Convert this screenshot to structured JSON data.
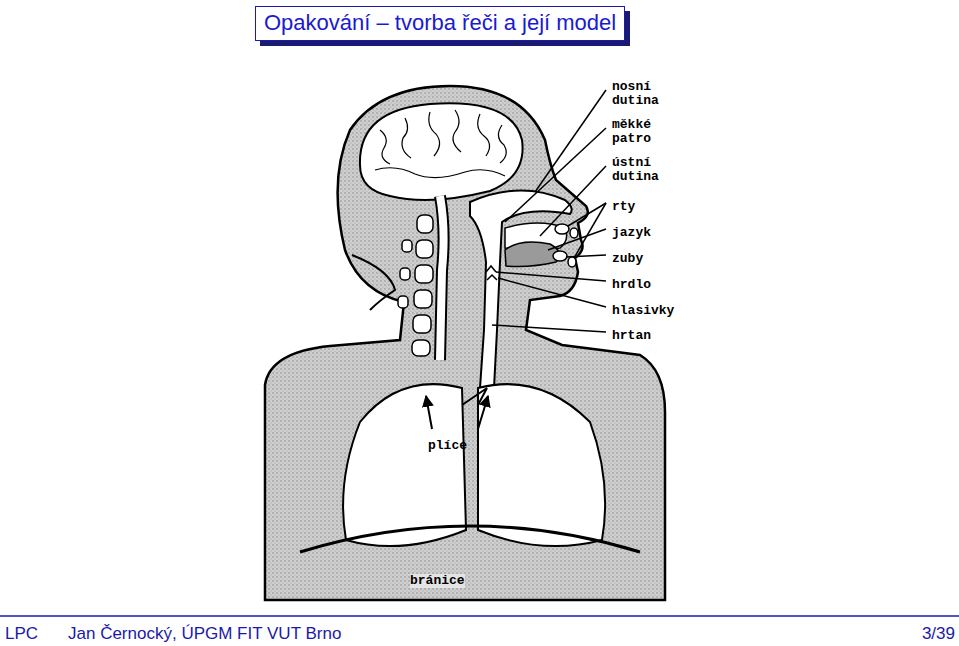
{
  "diagram": {
    "title": "Opakování – tvorba řeči a její model",
    "labels": [
      "nosní dutina",
      "měkké patro",
      "ústní dutina",
      "rty",
      "jazyk",
      "zuby",
      "hrdlo",
      "hlasivky",
      "hrtan",
      "plíce",
      "bránice",
      "LPC",
      "Jan Černocký, ÚPGM FIT VUT Brno",
      "3/39"
    ]
  }
}
